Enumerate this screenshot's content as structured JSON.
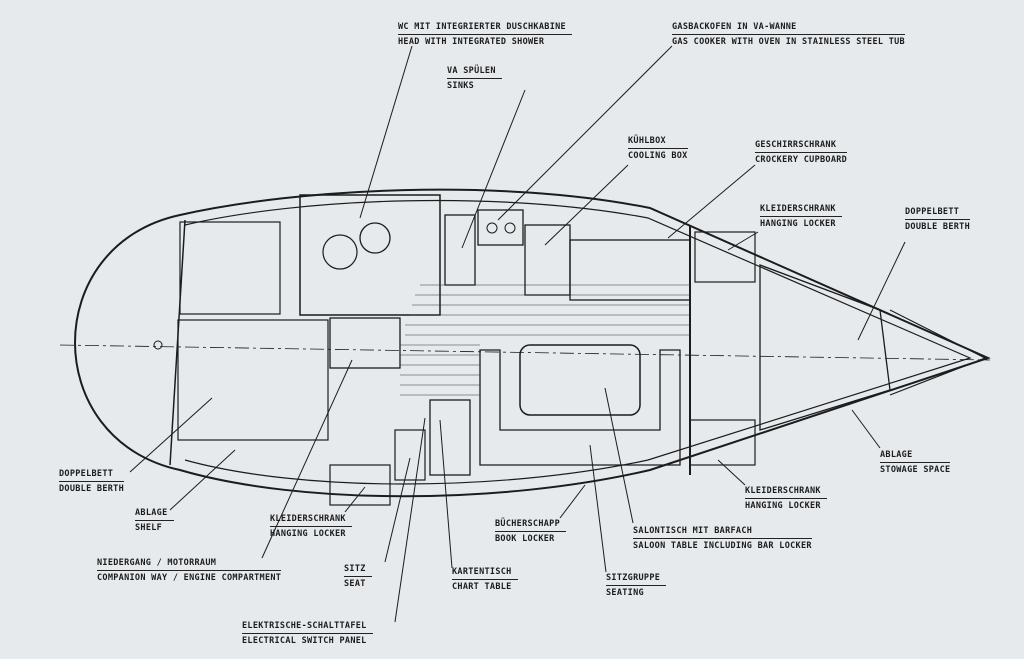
{
  "title_hidden": "",
  "labels": {
    "head": {
      "de": "WC MIT INTEGRIERTER DUSCHKABINE",
      "en": "HEAD WITH INTEGRATED SHOWER"
    },
    "sinks": {
      "de": "VA SPÜLEN",
      "en": "SINKS"
    },
    "cooker": {
      "de": "GASBACKOFEN IN VA-WANNE",
      "en": "GAS COOKER WITH OVEN IN STAINLESS STEEL TUB"
    },
    "cooling": {
      "de": "KÜHLBOX",
      "en": "COOLING BOX"
    },
    "crockery": {
      "de": "GESCHIRRSCHRANK",
      "en": "CROCKERY CUPBOARD"
    },
    "locker_fwd_port": {
      "de": "KLEIDERSCHRANK",
      "en": "HANGING LOCKER"
    },
    "berth_fwd": {
      "de": "DOPPELBETT",
      "en": "DOUBLE BERTH"
    },
    "stowage": {
      "de": "ABLAGE",
      "en": "STOWAGE SPACE"
    },
    "locker_fwd_stbd": {
      "de": "KLEIDERSCHRANK",
      "en": "HANGING LOCKER"
    },
    "saloon_table": {
      "de": "SALONTISCH MIT BARFACH",
      "en": "SALOON TABLE INCLUDING BAR LOCKER"
    },
    "seating": {
      "de": "SITZGRUPPE",
      "en": "SEATING"
    },
    "book": {
      "de": "BÜCHERSCHAPP",
      "en": "BOOK LOCKER"
    },
    "chart": {
      "de": "KARTENTISCH",
      "en": "CHART TABLE"
    },
    "switch": {
      "de": "ELEKTRISCHE-SCHALTTAFEL",
      "en": "ELECTRICAL SWITCH PANEL"
    },
    "seat": {
      "de": "SITZ",
      "en": "SEAT"
    },
    "companion": {
      "de": "NIEDERGANG / MOTORRAUM",
      "en": "COMPANION WAY / ENGINE COMPARTMENT"
    },
    "locker_aft": {
      "de": "KLEIDERSCHRANK",
      "en": "HANGING LOCKER"
    },
    "shelf": {
      "de": "ABLAGE",
      "en": "SHELF"
    },
    "berth_aft": {
      "de": "DOPPELBETT",
      "en": "DOUBLE BERTH"
    }
  },
  "colors": {
    "paper": "#e6eaed",
    "ink": "#1c1c1c"
  }
}
